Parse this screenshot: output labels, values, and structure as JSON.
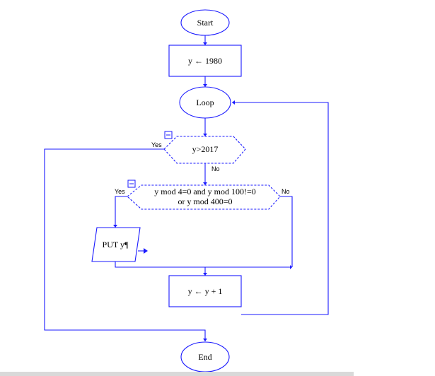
{
  "flowchart": {
    "start": "Start",
    "assign_init": "y ← 1980",
    "loop": "Loop",
    "cond_main": "y>2017",
    "cond_main_yes": "Yes",
    "cond_main_no": "No",
    "cond_leap_line1": "y mod 4=0 and y mod 100!=0",
    "cond_leap_line2": "or y mod 400=0",
    "cond_leap_yes": "Yes",
    "cond_leap_no": "No",
    "output": "PUT y¶",
    "increment": "y ← y + 1",
    "end": "End"
  },
  "colors": {
    "stroke": "#1a1aff",
    "fill": "#ffffff",
    "text": "#000000"
  }
}
